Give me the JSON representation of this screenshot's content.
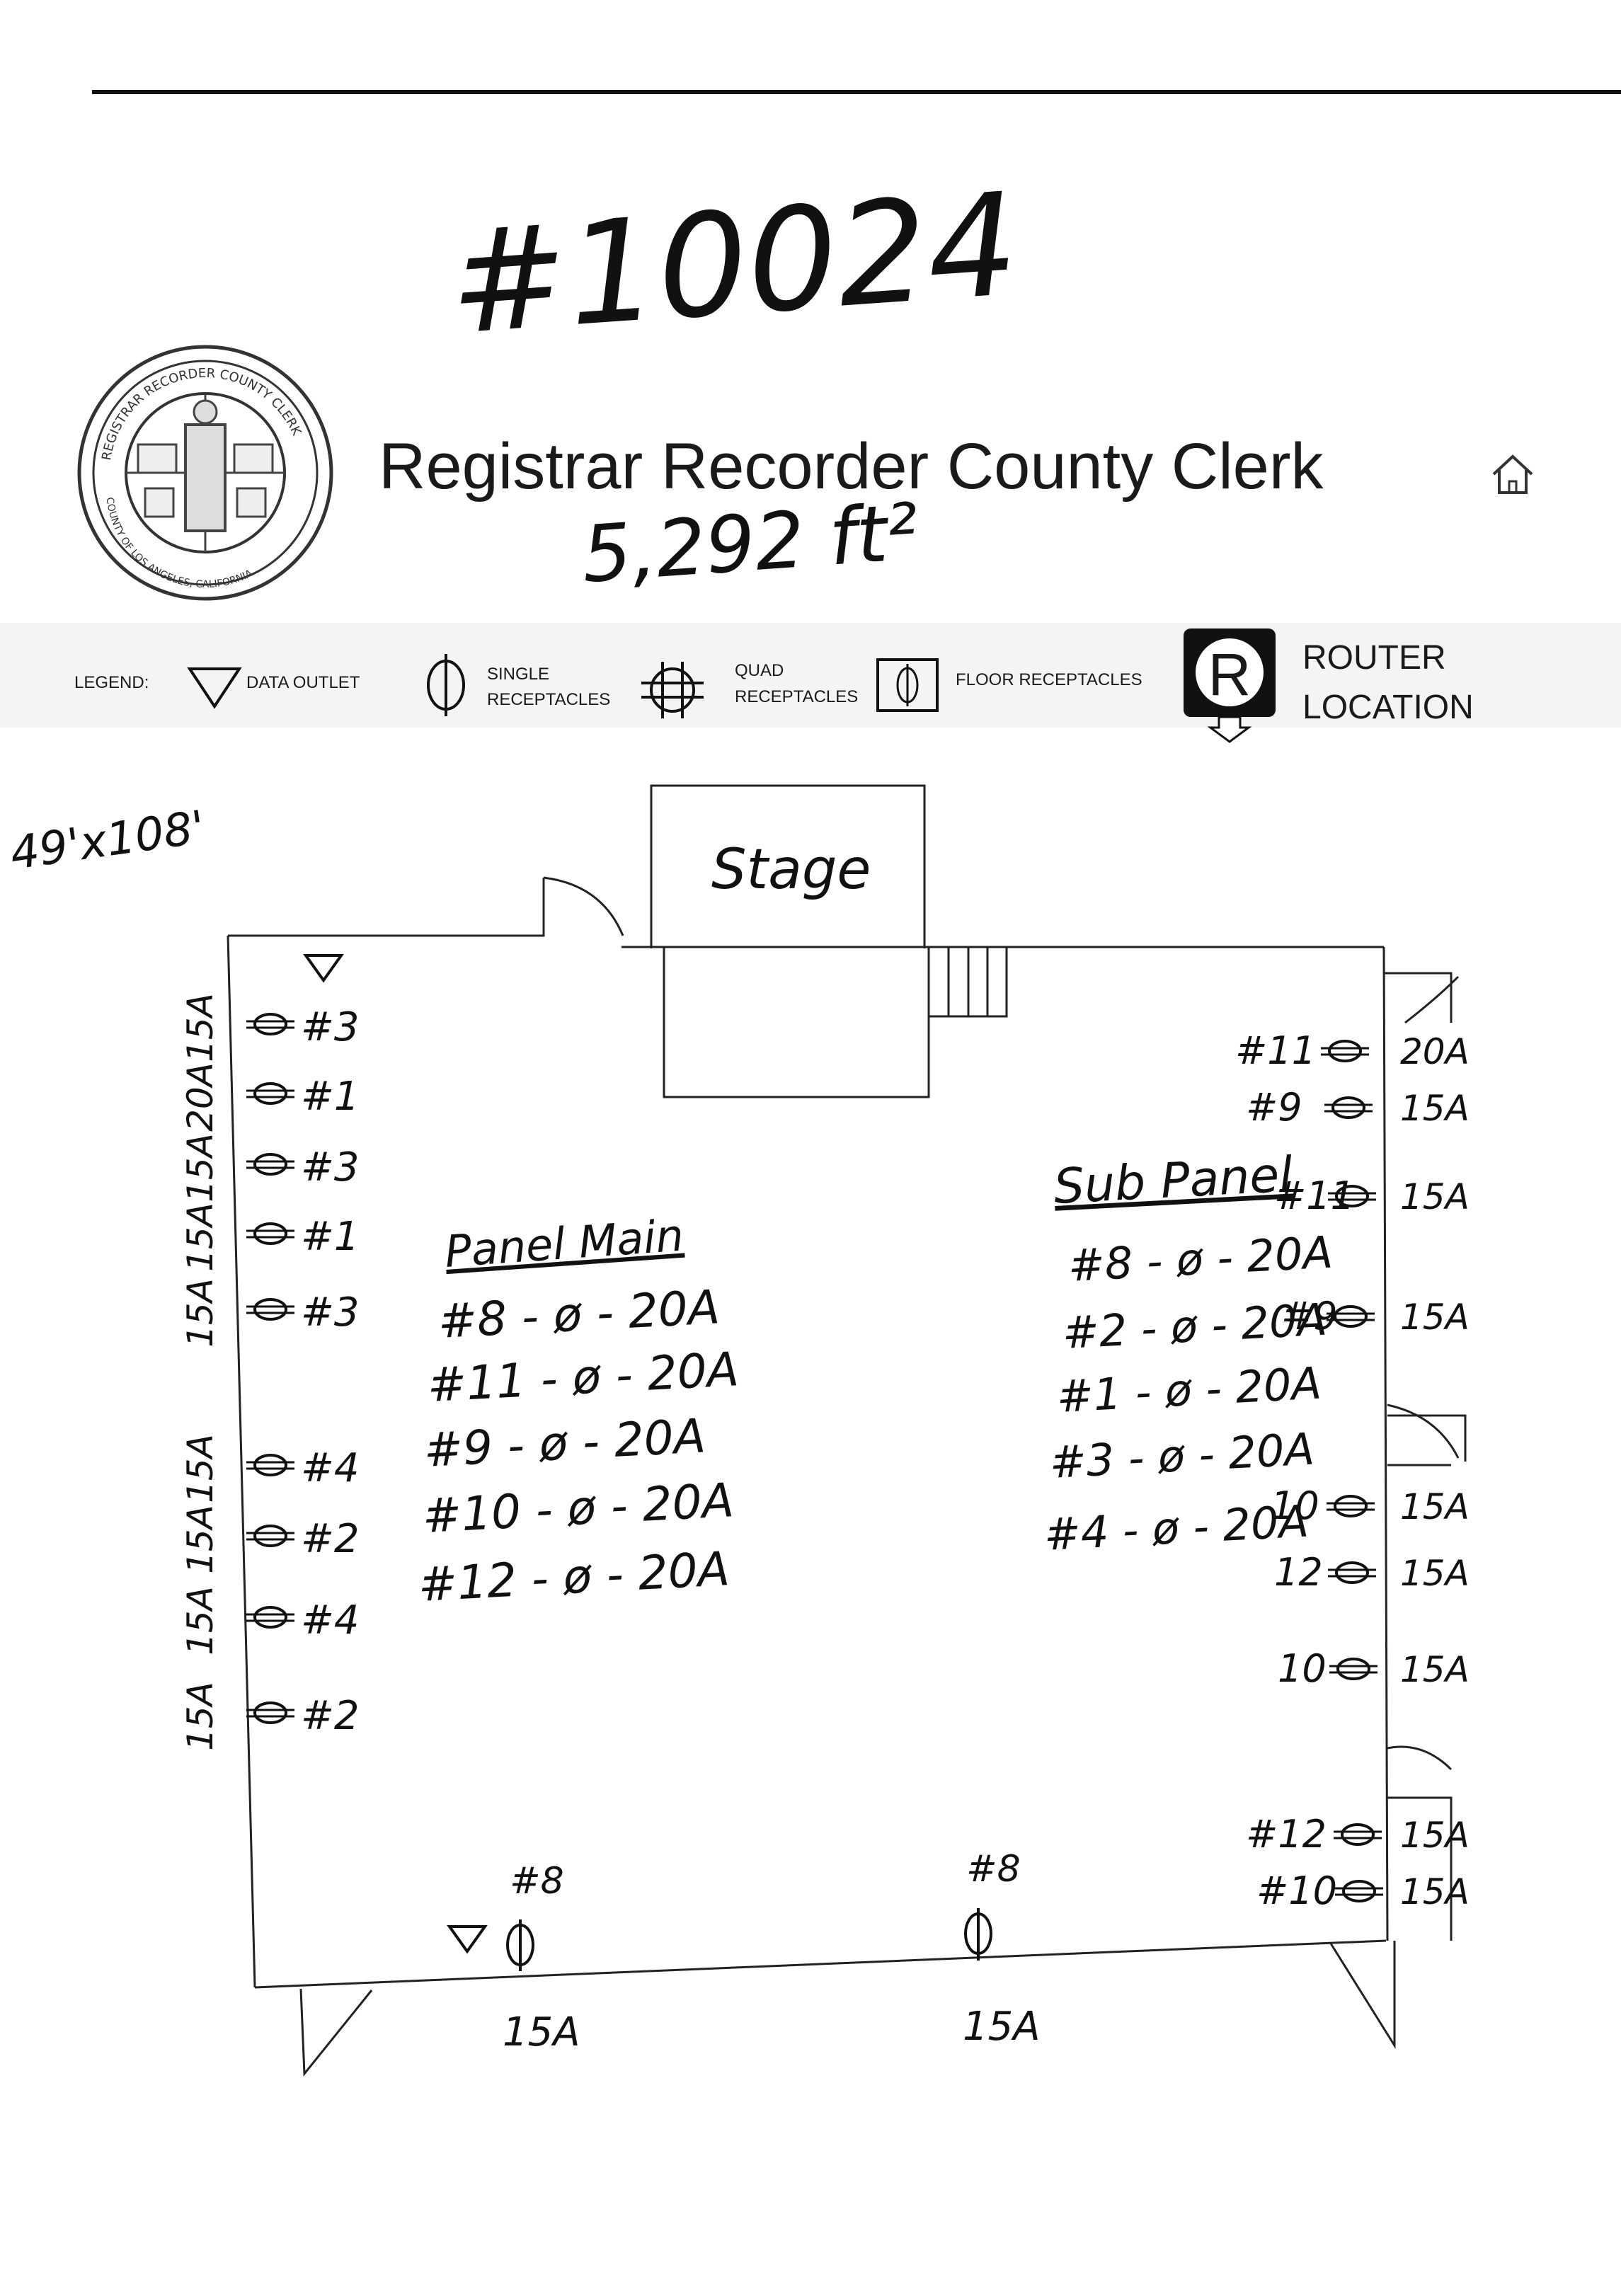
{
  "page": {
    "file_number": "#10024",
    "title": "Registrar Recorder County Clerk",
    "area": "5,292 ft²",
    "dimensions": "49'x108'"
  },
  "seal": {
    "outer_text": "REGISTRAR RECORDER COUNTY CLERK",
    "lower_text": "COUNTY OF LOS ANGELES, CALIFORNIA"
  },
  "icons": {
    "home": "home-icon"
  },
  "legend": {
    "label": "LEGEND:",
    "data_outlet": "DATA OUTLET",
    "single_1": "SINGLE",
    "single_2": "RECEPTACLES",
    "quad_1": "QUAD",
    "quad_2": "RECEPTACLES",
    "floor": "FLOOR RECEPTACLES",
    "router_symbol": "R",
    "router_1": "ROUTER",
    "router_2": "LOCATION"
  },
  "floorplan": {
    "stage": "Stage",
    "left_wall": [
      {
        "amp": "15A",
        "circuit": "#3"
      },
      {
        "amp": "20A",
        "circuit": "#1"
      },
      {
        "amp": "15A",
        "circuit": "#3"
      },
      {
        "amp": "15A",
        "circuit": "#1"
      },
      {
        "amp": "15A",
        "circuit": "#3"
      },
      {
        "amp": "15A",
        "circuit": "#4"
      },
      {
        "amp": "15A",
        "circuit": "#2"
      },
      {
        "amp": "15A",
        "circuit": "#4"
      },
      {
        "amp": "15A",
        "circuit": "#2"
      }
    ],
    "right_wall": [
      {
        "circuit": "#11",
        "amp": "20A"
      },
      {
        "circuit": "#9",
        "amp": "15A"
      },
      {
        "circuit": "#11",
        "amp": "15A"
      },
      {
        "circuit": "#9",
        "amp": "15A"
      },
      {
        "circuit": "10",
        "amp": "15A"
      },
      {
        "circuit": "12",
        "amp": "15A"
      },
      {
        "circuit": "10",
        "amp": "15A"
      },
      {
        "circuit": "#12",
        "amp": "15A"
      },
      {
        "circuit": "#10",
        "amp": "15A"
      }
    ],
    "floor": [
      {
        "circuit": "#8",
        "amp": "15A"
      },
      {
        "circuit": "#8",
        "amp": "15A"
      }
    ],
    "panel_main": {
      "title": "Panel Main",
      "lines": [
        "#8 - ø - 20A",
        "#11 - ø - 20A",
        "#9 - ø - 20A",
        "#10 - ø - 20A",
        "#12 - ø - 20A"
      ]
    },
    "sub_panel": {
      "title": "Sub Panel",
      "lines": [
        "#8 - ø - 20A",
        "#2 - ø - 20A",
        "#1 - ø - 20A",
        "#3 - ø - 20A",
        "#4 - ø - 20A"
      ]
    }
  }
}
